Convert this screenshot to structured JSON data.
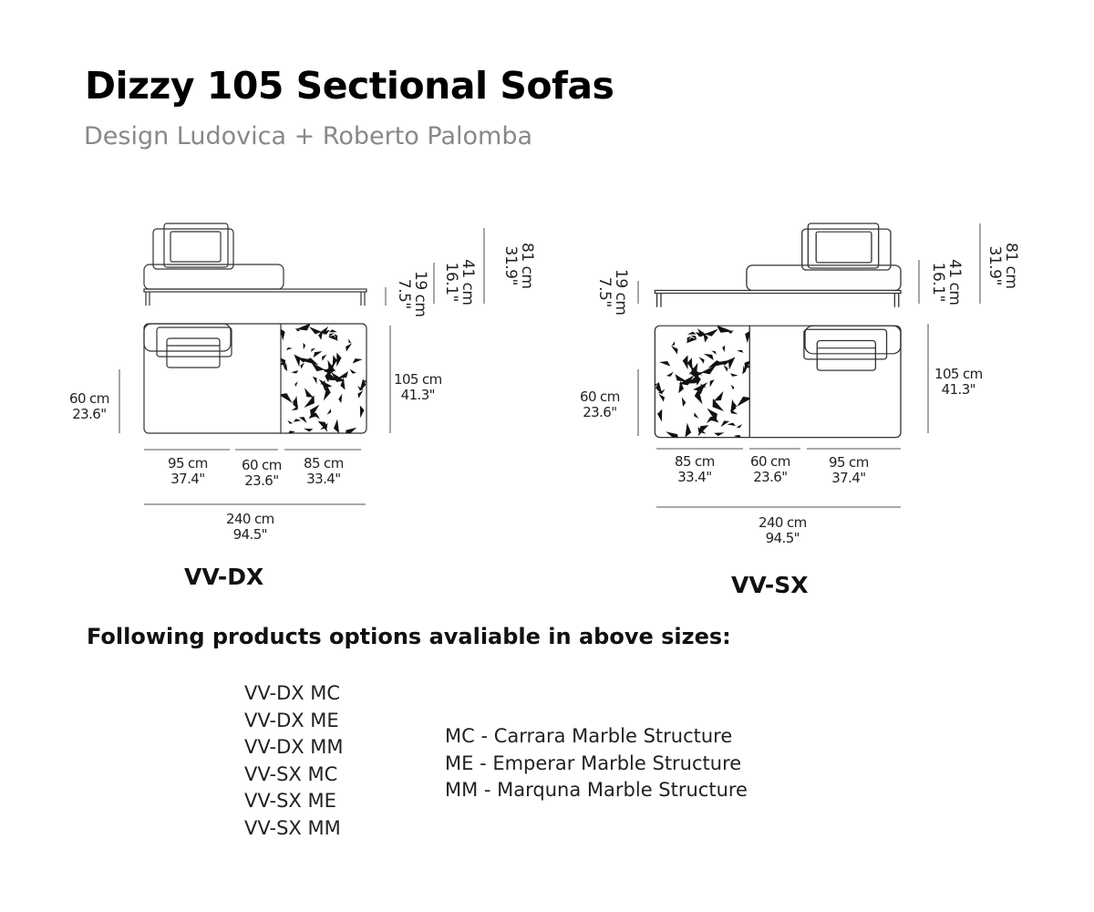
{
  "title": "Dizzy 105 Sectional Sofas",
  "subtitle": "Design Ludovica + Roberto Palomba",
  "diagrams": {
    "left": {
      "model": "VV-DX",
      "height_total": [
        "81 cm",
        "31.9\""
      ],
      "height_seat": [
        "41 cm",
        "16.1\""
      ],
      "height_base": [
        "19 cm",
        "7.5\""
      ],
      "depth": [
        "105 cm",
        "41.3\""
      ],
      "seat_depth": [
        "60 cm",
        "23.6\""
      ],
      "widths": [
        [
          "95 cm",
          "37.4\""
        ],
        [
          "60 cm",
          "23.6\""
        ],
        [
          "85 cm",
          "33.4\""
        ]
      ],
      "width_total": [
        "240 cm",
        "94.5\""
      ]
    },
    "right": {
      "model": "VV-SX",
      "height_total": [
        "81 cm",
        "31.9\""
      ],
      "height_seat": [
        "41 cm",
        "16.1\""
      ],
      "height_base": [
        "19 cm",
        "7.5\""
      ],
      "depth": [
        "105 cm",
        "41.3\""
      ],
      "seat_depth": [
        "60 cm",
        "23.6\""
      ],
      "widths": [
        [
          "85 cm",
          "33.4\""
        ],
        [
          "60 cm",
          "23.6\""
        ],
        [
          "95 cm",
          "37.4\""
        ]
      ],
      "width_total": [
        "240 cm",
        "94.5\""
      ]
    }
  },
  "options_heading": "Following products options avaliable in above sizes:",
  "product_codes": [
    "VV-DX MC",
    "VV-DX ME",
    "VV-DX MM",
    "VV-SX MC",
    "VV-SX ME",
    "VV-SX MM"
  ],
  "legend": [
    "MC - Carrara Marble Structure",
    "ME - Emperar Marble Structure",
    "MM - Marquna Marble Structure"
  ]
}
